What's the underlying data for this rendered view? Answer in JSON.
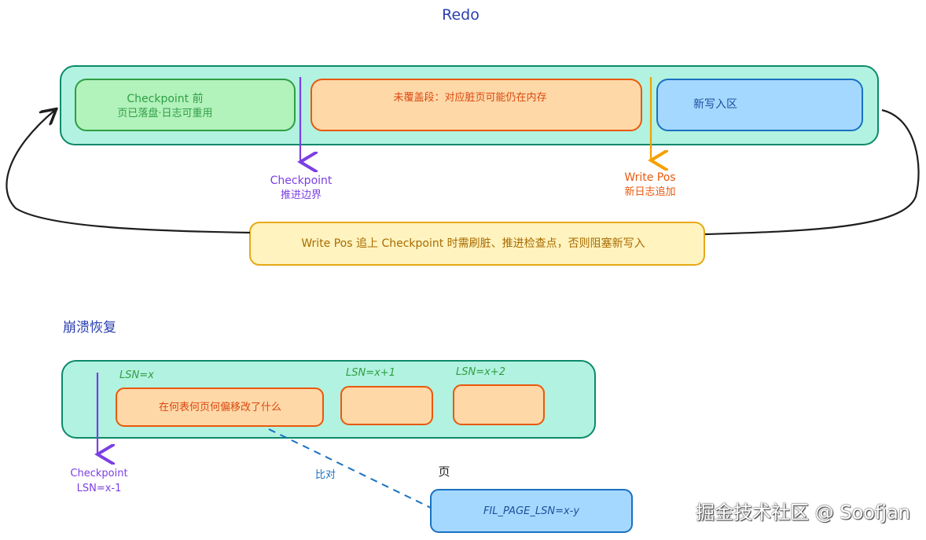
{
  "redo": {
    "title": "Redo",
    "checkpoint_box": {
      "line1": "Checkpoint 前",
      "line2": "页已落盘·日志可重用"
    },
    "uncovered_box": {
      "text": "未覆盖段：对应脏页可能仍在内存"
    },
    "new_write_box": {
      "text": "新写入区"
    },
    "checkpoint_marker": {
      "line1": "Checkpoint",
      "line2": "推进边界"
    },
    "write_pos_marker": {
      "line1": "Write Pos",
      "line2": "新日志追加"
    },
    "wrap_note": "Write Pos 追上 Checkpoint 时需刷脏、推进检查点，否则阻塞新写入"
  },
  "recovery": {
    "title": "崩溃恢复",
    "lsn_labels": [
      "LSN=x",
      "LSN=x+1",
      "LSN=x+2"
    ],
    "record_text": "在何表何页何偏移改了什么",
    "checkpoint_marker": {
      "line1": "Checkpoint",
      "line2": "LSN=x-1"
    },
    "compare_label": "比对",
    "page_label": "页",
    "page_lsn": "FIL_PAGE_LSN=x-y"
  },
  "watermark": "掘金技术社区 @ Soofjan",
  "colors": {
    "container_fill": "#b2f2e0",
    "container_stroke": "#0c8a6a",
    "green_fill": "#b2f2bb",
    "green_stroke": "#2f9e44",
    "orange_fill": "#ffd8a8",
    "orange_stroke": "#e8590c",
    "blue_fill": "#a5d8ff",
    "blue_stroke": "#1971c2",
    "yellow_fill": "#fff3bf",
    "yellow_stroke": "#e6a817",
    "purple": "#7b3fe4",
    "amber": "#f59f00"
  }
}
